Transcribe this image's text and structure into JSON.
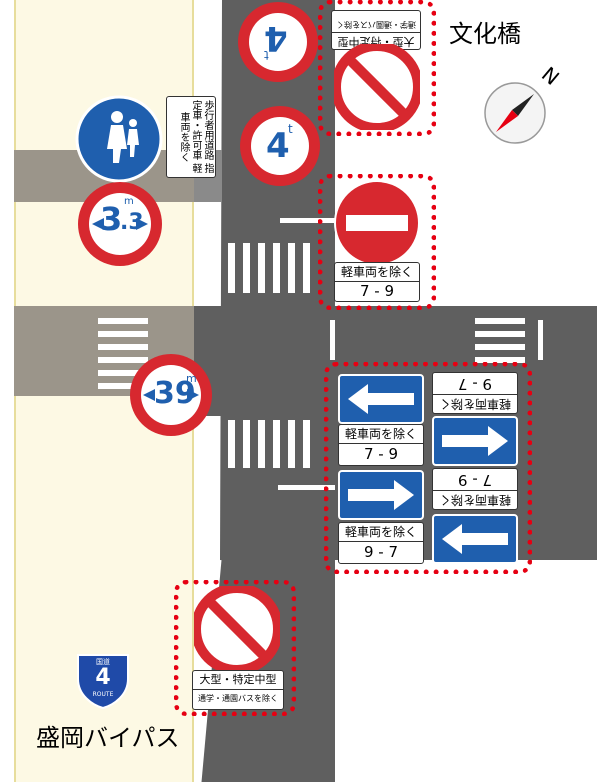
{
  "place_labels": {
    "bridge": "文化橋",
    "bypass": "盛岡バイパス"
  },
  "compass": {
    "label": "N"
  },
  "route_shield": {
    "top": "国道",
    "number": "4",
    "bottom": "ROUTE"
  },
  "height_limits": {
    "top_left": {
      "big": "3",
      "small": ".3",
      "unit": "m"
    },
    "middle": {
      "big": "39",
      "unit": "m"
    }
  },
  "weight_limits": {
    "upper": {
      "value": "4",
      "unit": "t"
    },
    "lower": {
      "value": "4",
      "unit": "t"
    }
  },
  "pedestrian_plate": {
    "line1": "歩行者用道路",
    "line2": "指定車・許可車",
    "line3": "軽車両を除く"
  },
  "no_entry_plate": {
    "line1": "軽車両を除く",
    "line2": "7 - 9"
  },
  "no_through_top_plate": {
    "line1": "大型・特定中型",
    "line2": "通学・通園バスを除く"
  },
  "no_through_bottom_plate": {
    "line1": "大型・特定中型",
    "line2": "通学・通園バスを除く"
  },
  "one_way_plates": {
    "a": {
      "line1": "軽車両を除く",
      "line2": "7 - 9"
    },
    "b": {
      "line1": "軽車両を除く",
      "line2": "9 - 7"
    },
    "c": {
      "line1": "軽車両を除く",
      "line2": "9 - 7"
    },
    "d": {
      "line1": "軽車両を除く",
      "line2": "7 - 9"
    }
  },
  "colors": {
    "road": "#5f5f5f",
    "sidewalk": "#fdf9e4",
    "sign_red": "#d7282f",
    "sign_blue": "#1f5fae",
    "highlight": "#e60012"
  }
}
